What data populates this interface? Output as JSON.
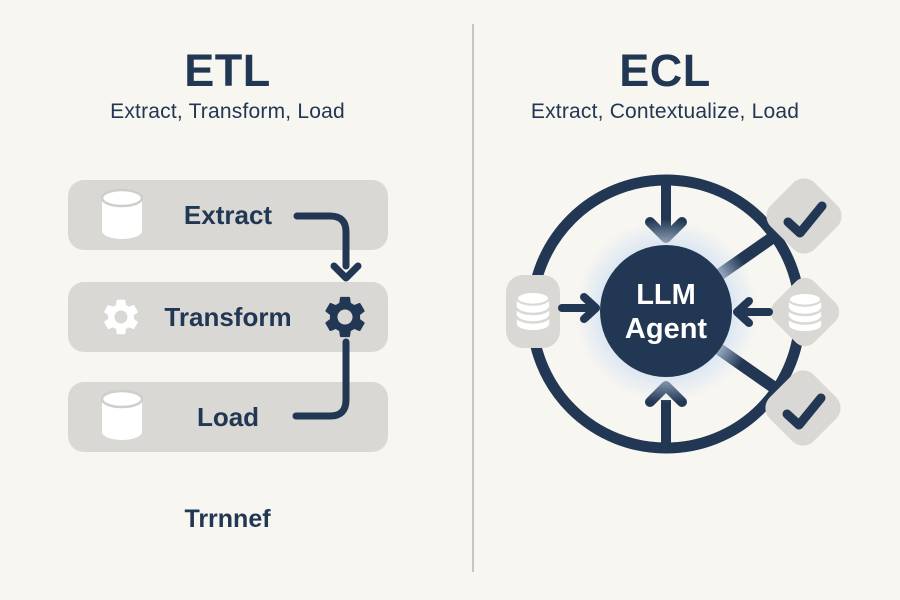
{
  "colors": {
    "background": "#f8f6f1",
    "navy": "#213753",
    "node_gray": "#d9d8d5",
    "icon_white": "#ffffff",
    "divider_gray": "#c6c5c3",
    "agent_glow": "#cfe0f3"
  },
  "left_panel": {
    "title": "ETL",
    "subtitle": "Extract, Transform, Load",
    "steps": [
      {
        "label": "Extract",
        "icon": "database-icon"
      },
      {
        "label": "Transform",
        "icon": "gear-icon"
      },
      {
        "label": "Load",
        "icon": "database-icon"
      }
    ],
    "connector": "elbow-arrow-through-gear",
    "caption": "Trrnnef"
  },
  "right_panel": {
    "title": "ECL",
    "subtitle": "Extract, Contextualize, Load",
    "agent_label": {
      "line1": "LLM",
      "line2": "Agent"
    },
    "hub": "llm-agent-circle",
    "nodes": [
      {
        "id": "source-database-left",
        "shape": "rounded-square",
        "icon": "database-stack-icon",
        "link": "arrow-into-hub"
      },
      {
        "id": "check-top-right",
        "shape": "diamond",
        "icon": "checkmark-icon",
        "link": "line-from-hub"
      },
      {
        "id": "database-right",
        "shape": "diamond",
        "icon": "database-stack-icon",
        "link": "arrow-into-hub"
      },
      {
        "id": "check-bottom-right",
        "shape": "diamond",
        "icon": "checkmark-icon",
        "link": "line-from-hub"
      }
    ],
    "ring": "outer-cycle-ring",
    "arrows": [
      "top-into-hub",
      "bottom-into-hub",
      "left-into-hub",
      "right-into-hub"
    ]
  }
}
